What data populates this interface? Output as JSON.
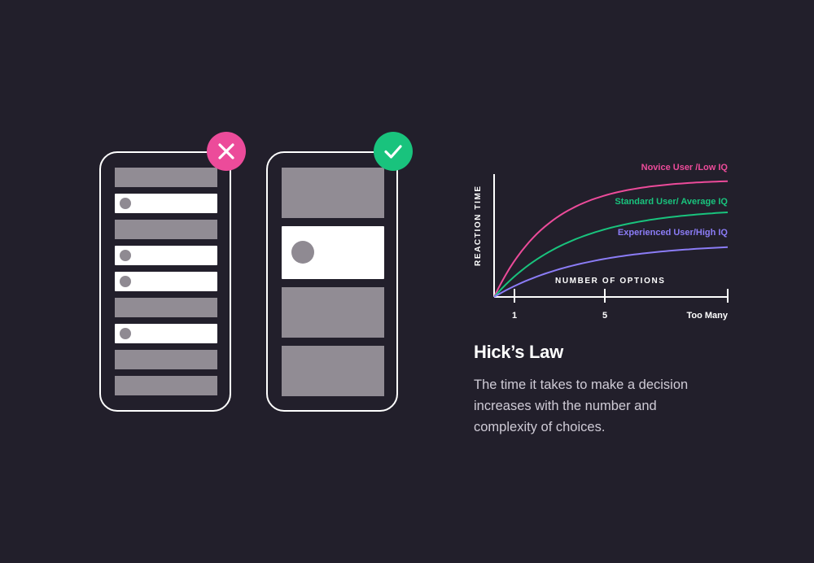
{
  "badges": {
    "bad": "close-icon",
    "good": "check-icon"
  },
  "colors": {
    "background": "#221f2b",
    "bad": "#ec4b9a",
    "good": "#19c37d",
    "novice": "#ec4b9a",
    "standard": "#19c37d",
    "experienced": "#8b7cf6"
  },
  "chart_data": {
    "type": "line",
    "title": "",
    "xlabel": "NUMBER OF OPTIONS",
    "ylabel": "REACTION TIME",
    "x_ticks": [
      "1",
      "5",
      "Too Many"
    ],
    "series": [
      {
        "name": "Novice User /Low IQ",
        "color": "#ec4b9a",
        "level": 0.93
      },
      {
        "name": "Standard User/ Average IQ",
        "color": "#19c37d",
        "level": 0.68
      },
      {
        "name": "Experienced User/High IQ",
        "color": "#8b7cf6",
        "level": 0.4
      }
    ],
    "grid": false
  },
  "text": {
    "heading": "Hick’s Law",
    "description": "The time it takes to make a decision increases with the number and complexity of choices."
  }
}
